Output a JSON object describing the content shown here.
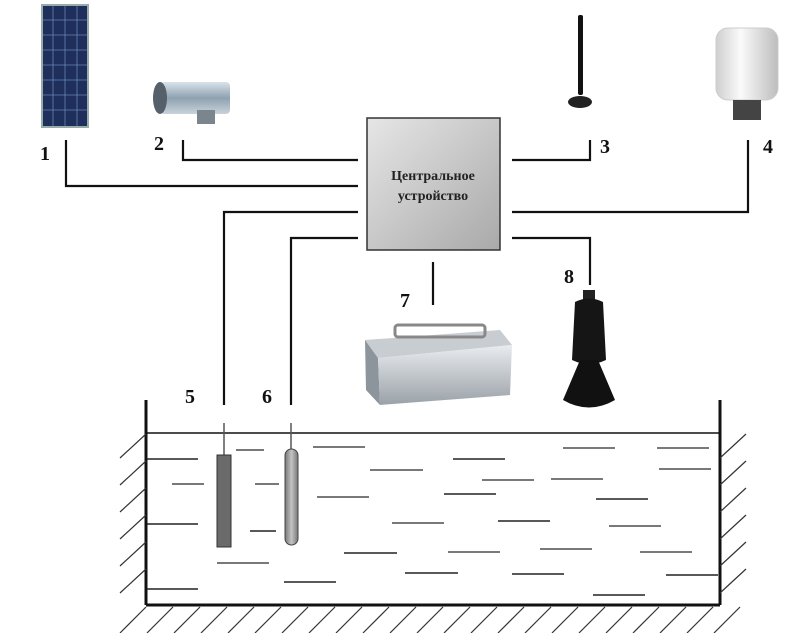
{
  "central_device": {
    "line1": "Центральное",
    "line2": "устройство"
  },
  "labels": [
    "1",
    "2",
    "3",
    "4",
    "5",
    "6",
    "7",
    "8"
  ],
  "components": [
    {
      "id": "1",
      "icon": "solar-panel-icon"
    },
    {
      "id": "2",
      "icon": "camera-icon"
    },
    {
      "id": "3",
      "icon": "antenna-icon"
    },
    {
      "id": "4",
      "icon": "weather-sensor-icon"
    },
    {
      "id": "5",
      "icon": "submerged-probe-icon"
    },
    {
      "id": "6",
      "icon": "submerged-probe-icon"
    },
    {
      "id": "7",
      "icon": "battery-icon"
    },
    {
      "id": "8",
      "icon": "radar-level-sensor-icon"
    }
  ]
}
